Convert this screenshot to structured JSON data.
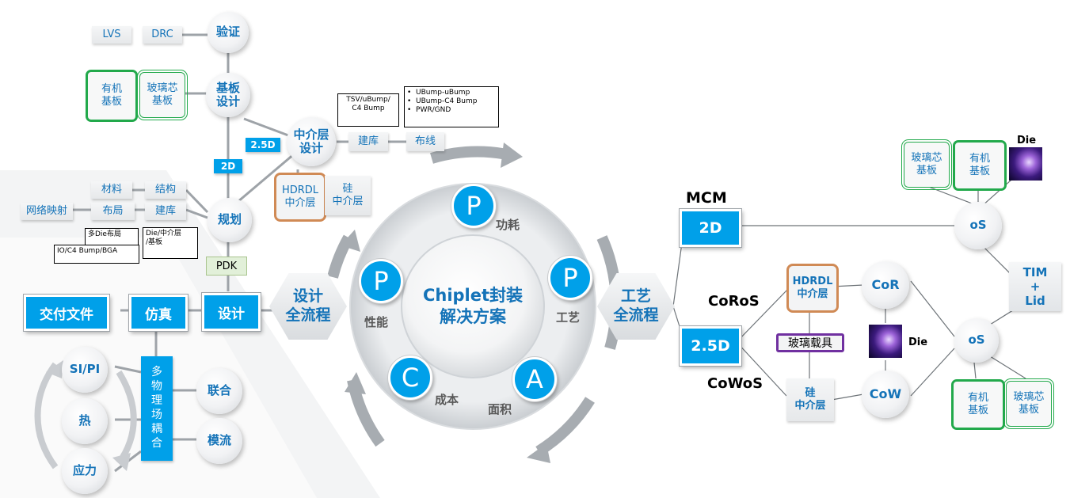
{
  "left": {
    "lvs": "LVS",
    "drc": "DRC",
    "verify": "验证",
    "organic_substrate": [
      "有机",
      "基板"
    ],
    "glass_substrate": [
      "玻璃芯",
      "基板"
    ],
    "substrate_design": [
      "基板",
      "设计"
    ],
    "interposer_design": [
      "中介层",
      "设计"
    ],
    "tag_25d": "2.5D",
    "tag_2d": "2D",
    "build_lib": "建库",
    "routing": "布线",
    "note_tsv": [
      "TSV/uBump/",
      "C4 Bump"
    ],
    "note_bumps": [
      "UBump-uBump",
      "UBump-C4 Bump",
      "PWR/GND"
    ],
    "hdrdl": [
      "HDRDL",
      "中介层"
    ],
    "si_interposer": [
      "硅",
      "中介层"
    ],
    "material": "材料",
    "structure": "结构",
    "net_mapping": "网络映射",
    "layout": "布局",
    "build_lib2": "建库",
    "planning": "规划",
    "note_multi_die": "多Die布局",
    "note_die_interposer": [
      "Die/中介层",
      "/基板"
    ],
    "note_io": "IO/C4 Bump/BGA",
    "pdk": "PDK",
    "design": "设计",
    "simulation": "仿真",
    "delivery": "交付文件",
    "design_flow": [
      "设计",
      "全流程"
    ],
    "si_pi": "SI/PI",
    "thermal": "热",
    "stress": "应力",
    "multiphysics": [
      "多",
      "物",
      "理",
      "场",
      "耦",
      "合"
    ],
    "co_sim": "联合",
    "modeling": "模流"
  },
  "center": {
    "title": [
      "Chiplet封装",
      "解决方案"
    ],
    "icons": [
      {
        "letter": "P",
        "label": "功耗"
      },
      {
        "letter": "P",
        "label": "工艺"
      },
      {
        "letter": "A",
        "label": "面积"
      },
      {
        "letter": "C",
        "label": "成本"
      },
      {
        "letter": "P",
        "label": "性能"
      }
    ]
  },
  "right": {
    "process_flow": [
      "工艺",
      "全流程"
    ],
    "mcm": "MCM",
    "tag_2d": "2D",
    "tag_25d": "2.5D",
    "coros": "CoRoS",
    "cowos": "CoWoS",
    "hdrdl": [
      "HDRDL",
      "中介层"
    ],
    "glass_carrier": "玻璃载具",
    "si_interposer": [
      "硅",
      "中介层"
    ],
    "cor": "CoR",
    "cow": "CoW",
    "die": "Die",
    "os": "oS",
    "tim": [
      "TIM",
      "+",
      "Lid"
    ],
    "glass_substrate": [
      "玻璃芯",
      "基板"
    ],
    "organic_substrate": [
      "有机",
      "基板"
    ],
    "die_top": "Die"
  }
}
